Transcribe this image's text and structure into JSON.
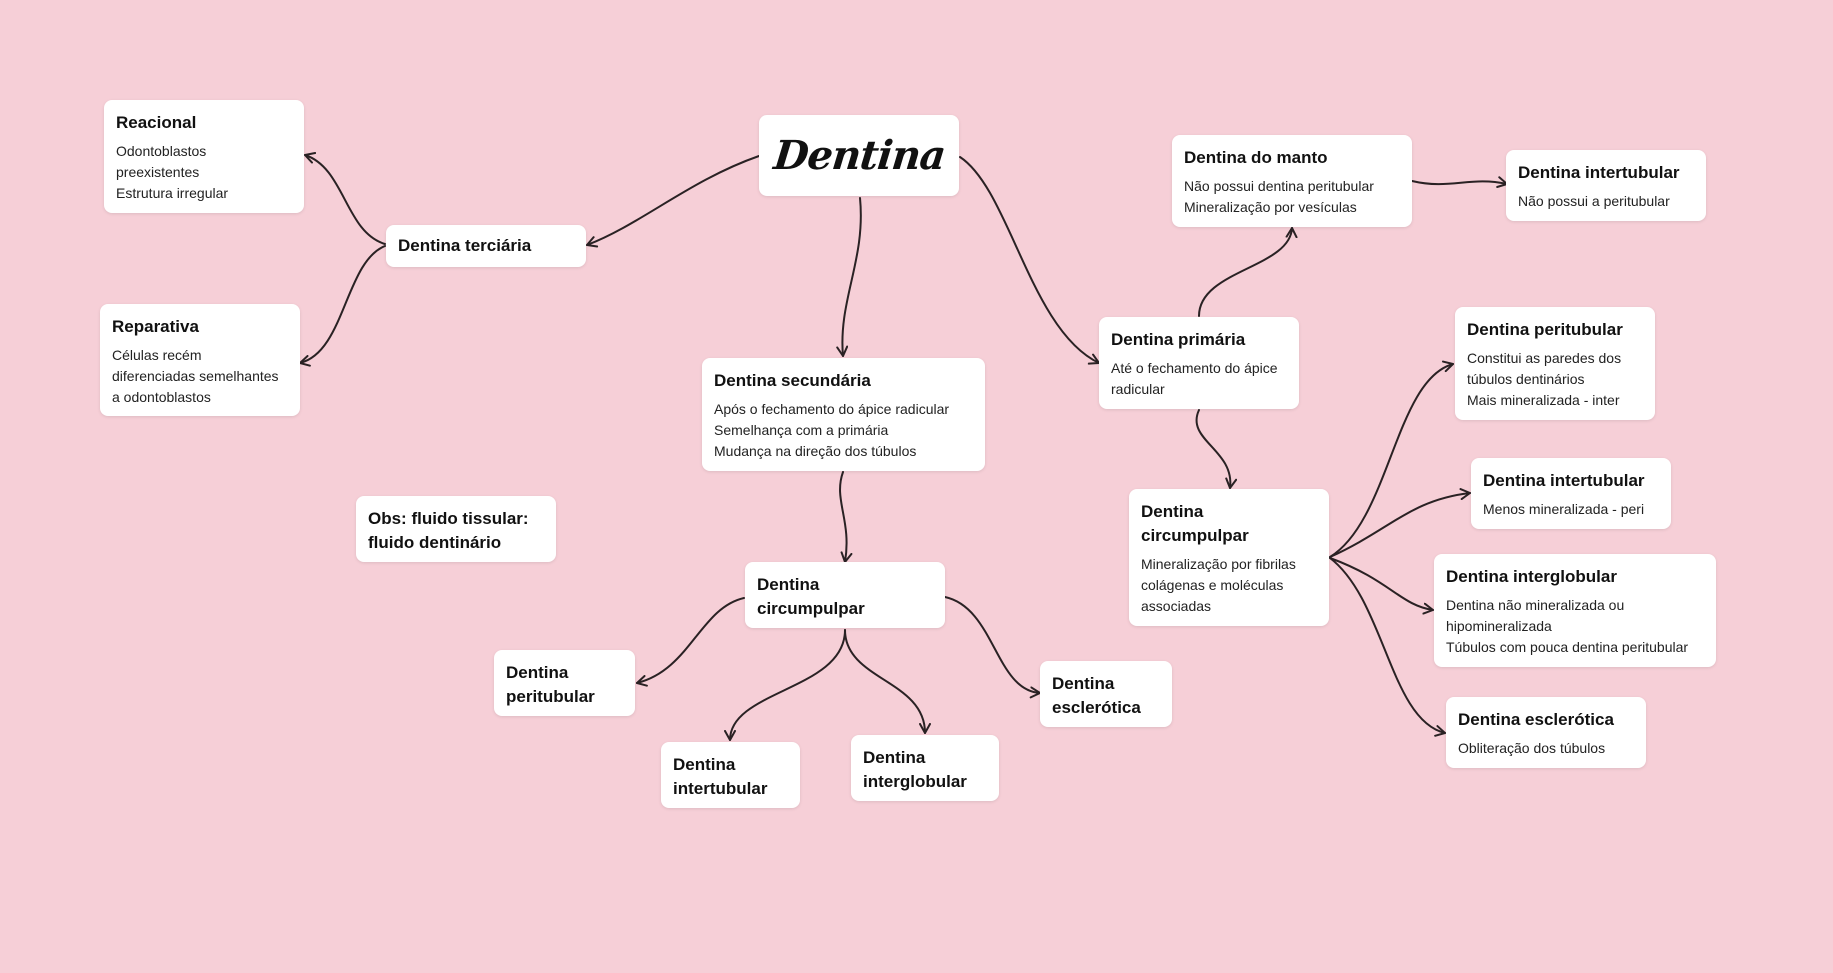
{
  "root": {
    "title": "Dentina"
  },
  "terciaria": {
    "title": "Dentina terciária",
    "reacional": {
      "title": "Reacional",
      "body": "Odontoblastos\npreexistentes\nEstrutura irregular"
    },
    "reparativa": {
      "title": "Reparativa",
      "body": "Células recém\ndiferenciadas semelhantes\na odontoblastos"
    }
  },
  "obs": {
    "title": "Obs: fluido tissular:\nfluido dentinário"
  },
  "secundaria": {
    "title": "Dentina secundária",
    "body": "Após o fechamento do ápice radicular\nSemelhança com a primária\nMudança na direção dos túbulos",
    "circumpulpar": {
      "title": "Dentina\ncircumpulpar",
      "peritubular": "Dentina\nperitubular",
      "intertubular": "Dentina\nintertubular",
      "interglobular": "Dentina\ninterglobular",
      "esclerotica": "Dentina\nesclerótica"
    }
  },
  "primaria": {
    "title": "Dentina primária",
    "body": "Até o fechamento do ápice\nradicular",
    "manto": {
      "title": "Dentina do manto",
      "body": "Não possui dentina peritubular\nMineralização por vesículas"
    },
    "manto_intertubular": {
      "title": "Dentina intertubular",
      "body": "Não possui a peritubular"
    },
    "circumpulpar": {
      "title": "Dentina\ncircumpulpar",
      "body": "Mineralização por fibrilas\ncolágenas e moléculas\nassociadas",
      "peritubular": {
        "title": "Dentina peritubular",
        "body": "Constitui as paredes dos\ntúbulos dentinários\nMais mineralizada - inter"
      },
      "intertubular": {
        "title": "Dentina intertubular",
        "body": "Menos mineralizada - peri"
      },
      "interglobular": {
        "title": "Dentina interglobular",
        "body": "Dentina não mineralizada ou\nhipomineralizada\nTúbulos com pouca dentina peritubular"
      },
      "esclerotica": {
        "title": "Dentina esclerótica",
        "body": "Obliteração dos túbulos"
      }
    }
  },
  "colors": {
    "background": "#f6cfd7",
    "card": "#ffffff",
    "edge": "#2a2224"
  }
}
